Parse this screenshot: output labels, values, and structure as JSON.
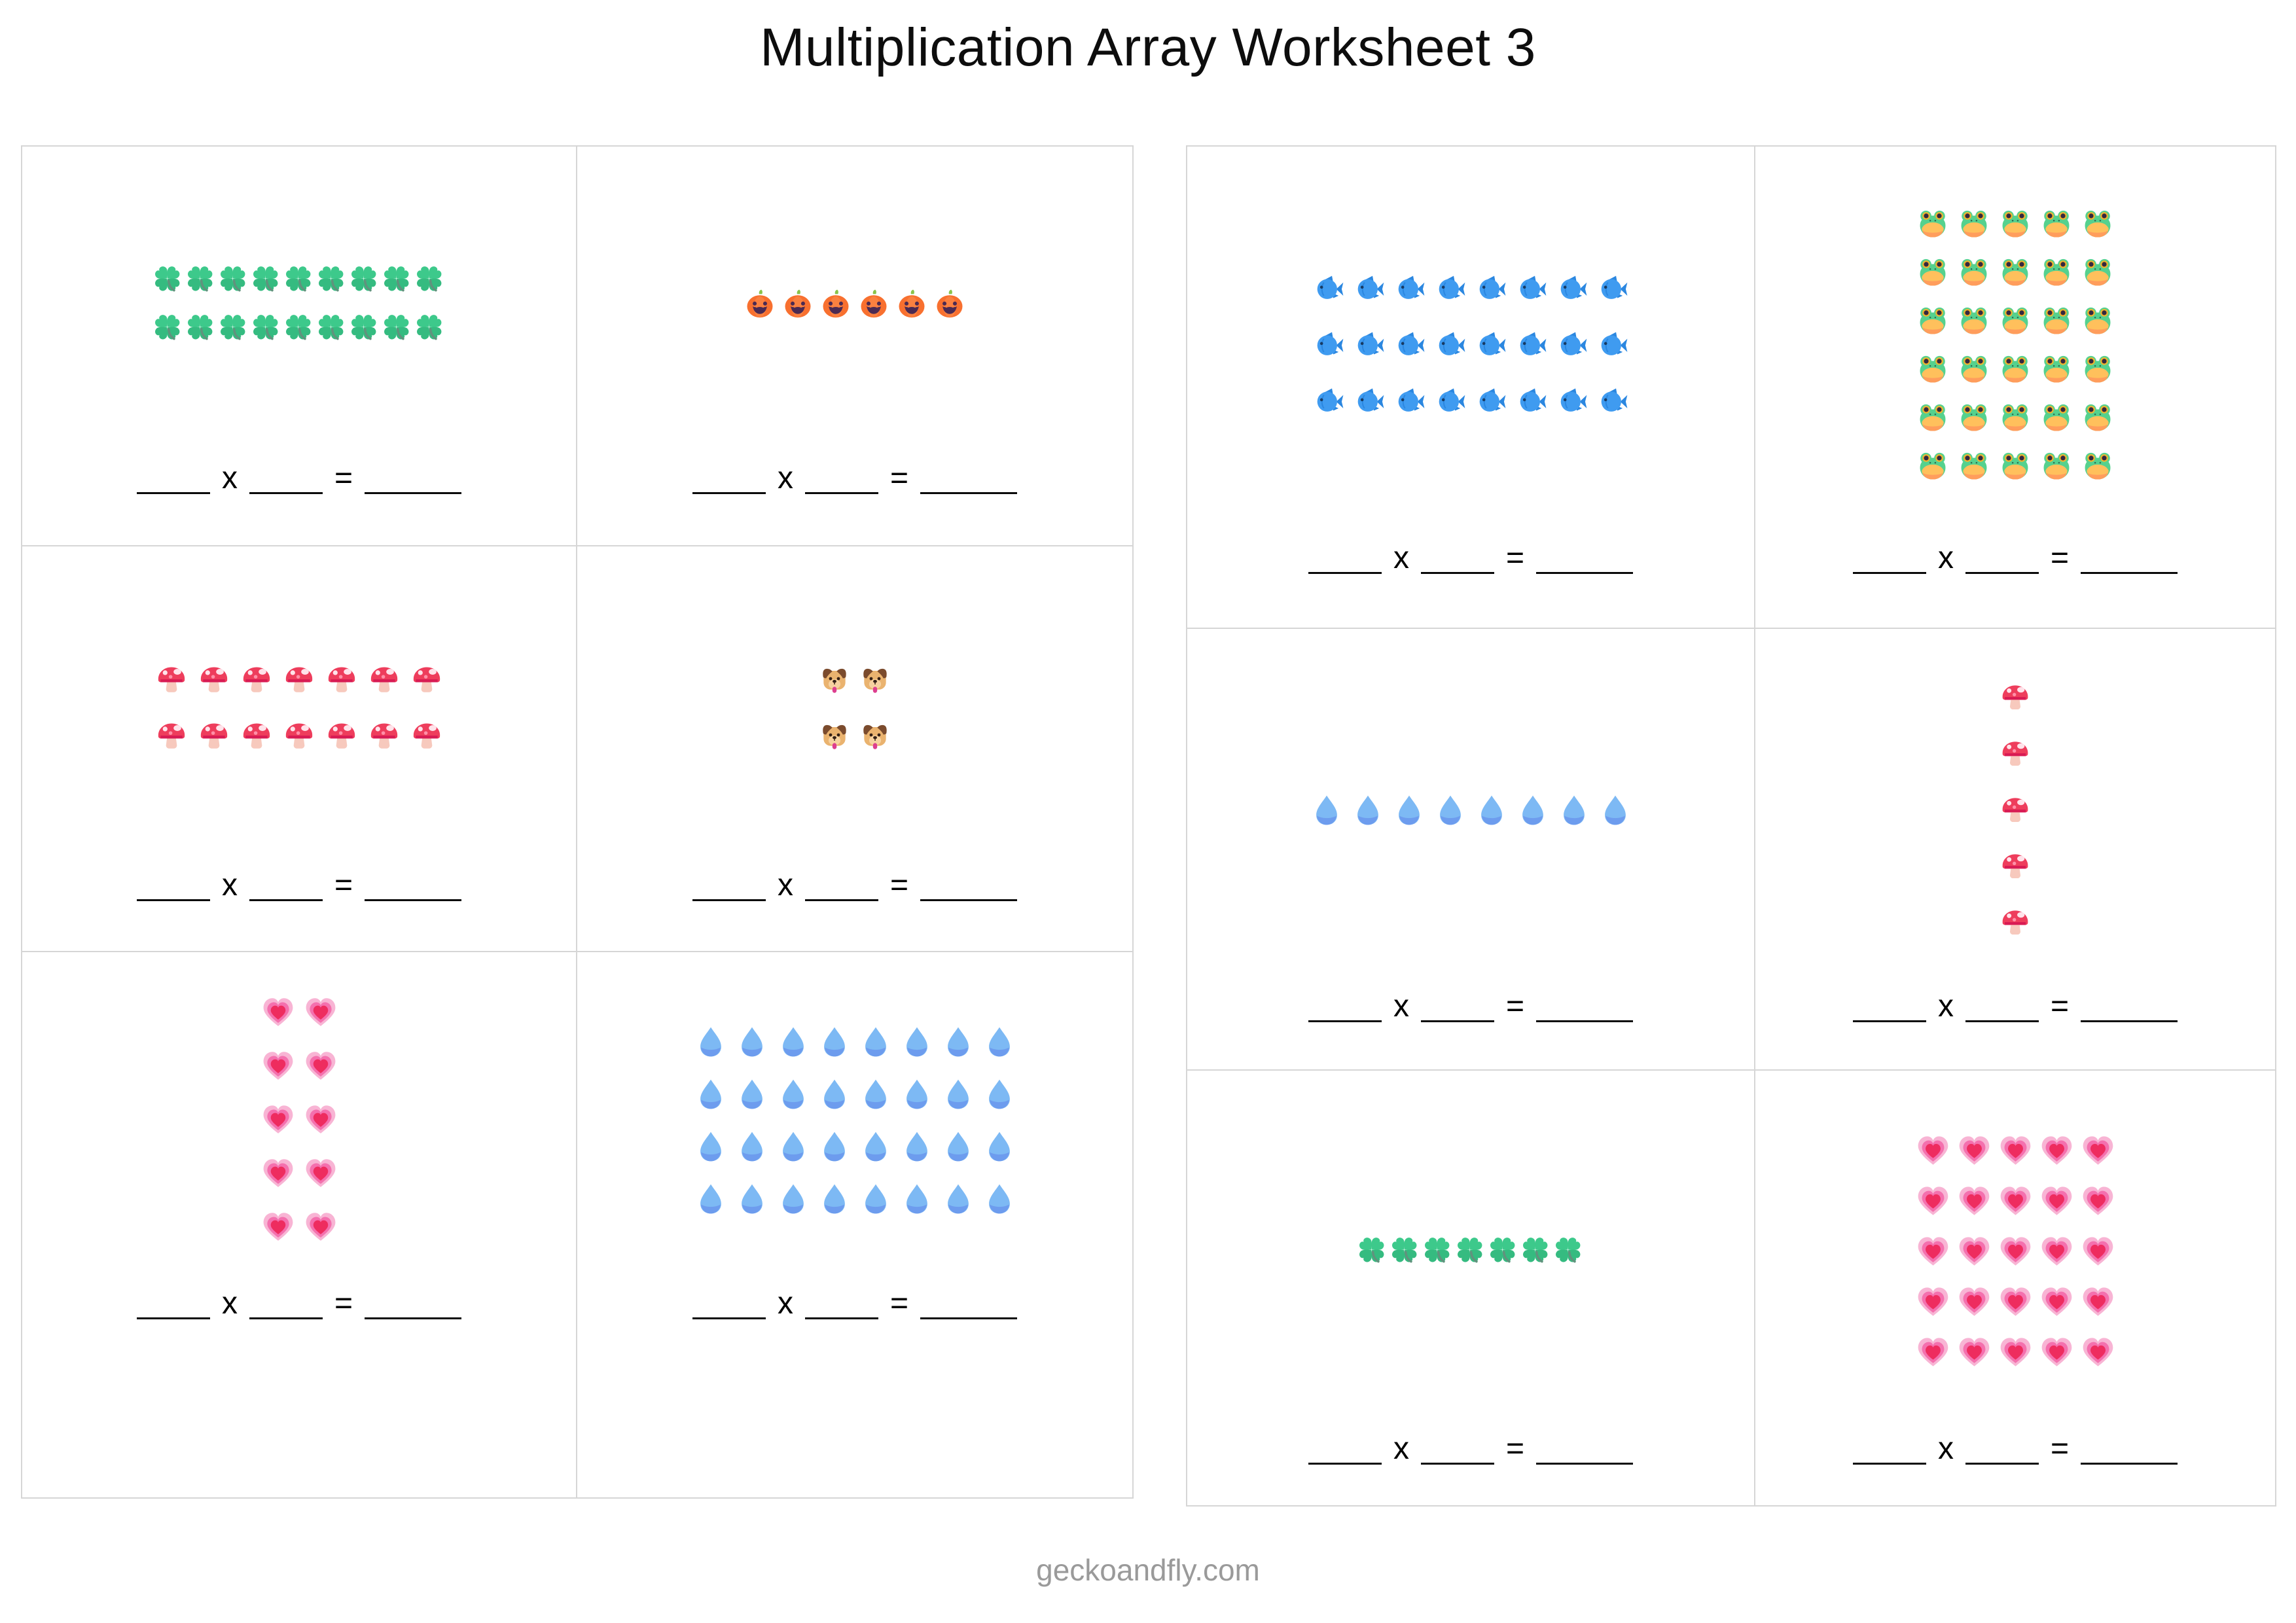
{
  "title": "Multiplication Array Worksheet 3",
  "footer": "geckoandfly.com",
  "equation": {
    "multiply_symbol": "x",
    "equals_symbol": "="
  },
  "colors": {
    "border": "#d6d6d6",
    "title_text": "#0d0d0d",
    "footer_text": "#9a9a9a",
    "equation_line": "#0a0a0a"
  },
  "panels": [
    {
      "side": "left",
      "cells": [
        {
          "emoji_name": "four-leaf-clover",
          "glyph": "🍀",
          "rows": 2,
          "cols": 9
        },
        {
          "emoji_name": "jack-o-lantern",
          "glyph": "🎃",
          "rows": 1,
          "cols": 6
        },
        {
          "emoji_name": "mushroom",
          "glyph": "🍄",
          "rows": 2,
          "cols": 7
        },
        {
          "emoji_name": "dog-face",
          "glyph": "🐶",
          "rows": 2,
          "cols": 2
        },
        {
          "emoji_name": "growing-heart",
          "glyph": "💗",
          "rows": 5,
          "cols": 2
        },
        {
          "emoji_name": "droplet",
          "glyph": "💧",
          "rows": 4,
          "cols": 8
        }
      ]
    },
    {
      "side": "right",
      "cells": [
        {
          "emoji_name": "fish",
          "glyph": "🐟",
          "rows": 3,
          "cols": 8
        },
        {
          "emoji_name": "frog",
          "glyph": "🐸",
          "rows": 6,
          "cols": 5
        },
        {
          "emoji_name": "droplet",
          "glyph": "💧",
          "rows": 1,
          "cols": 8
        },
        {
          "emoji_name": "mushroom",
          "glyph": "🍄",
          "rows": 5,
          "cols": 1
        },
        {
          "emoji_name": "four-leaf-clover",
          "glyph": "🍀",
          "rows": 1,
          "cols": 7
        },
        {
          "emoji_name": "growing-heart",
          "glyph": "💗",
          "rows": 5,
          "cols": 5
        }
      ]
    }
  ]
}
